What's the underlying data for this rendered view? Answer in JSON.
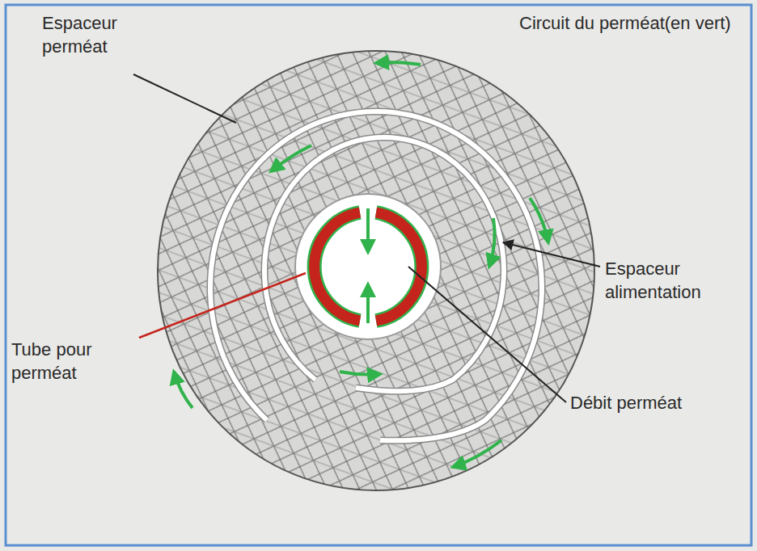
{
  "diagram": {
    "labels": [
      "Circuit du perméat(en vert)",
      "Espaceur perméat",
      "Espaceur alimentation",
      "Tube pour perméat",
      "Débit perméat"
    ]
  }
}
